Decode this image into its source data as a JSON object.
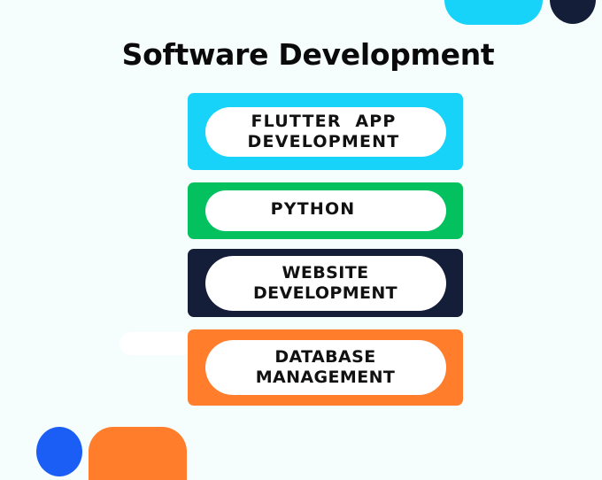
{
  "title": "Software Development",
  "colors": {
    "background": "#f5fdfd",
    "cyan": "#18d3f9",
    "green": "#04c160",
    "navy": "#141e38",
    "orange": "#ff7d2b",
    "blue": "#1b5ef5"
  },
  "services": [
    {
      "line1": "FLUTTER  APP",
      "line2": "DEVELOPMENT",
      "color": "#18d3f9"
    },
    {
      "line1": "PYTHON",
      "line2": "",
      "color": "#04c160"
    },
    {
      "line1": "WEBSITE",
      "line2": "DEVELOPMENT",
      "color": "#141e38"
    },
    {
      "line1": "DATABASE",
      "line2": "MANAGEMENT",
      "color": "#ff7d2b"
    }
  ]
}
